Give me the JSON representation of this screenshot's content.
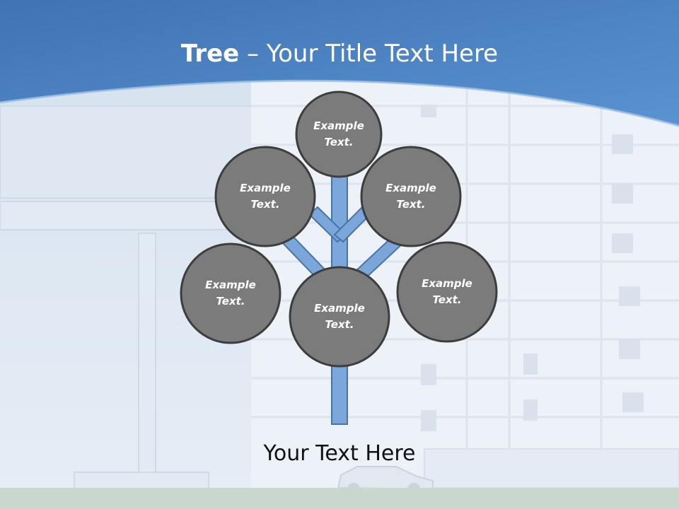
{
  "slide": {
    "title_bold": "Tree",
    "title_rest": " – Your Title Text Here",
    "caption": "Your Text Here"
  },
  "nodes": [
    {
      "label": "Example Text."
    },
    {
      "label": "Example Text."
    },
    {
      "label": "Example Text."
    },
    {
      "label": "Example Text."
    },
    {
      "label": "Example Text."
    },
    {
      "label": "Example Text."
    }
  ],
  "colors": {
    "header_blue": "#4a80c0",
    "branch_fill": "#7aa6d9",
    "node_fill": "#7b7b7b",
    "node_stroke": "#3d3d3d"
  }
}
